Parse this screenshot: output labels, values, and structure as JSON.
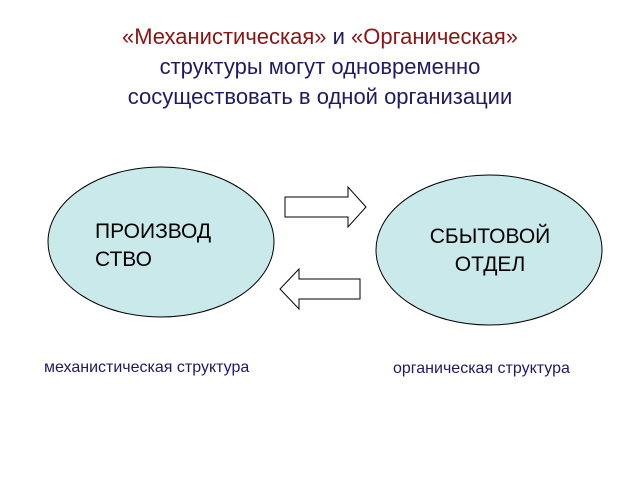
{
  "title": {
    "part1": "«Механистическая»",
    "part2": " и ",
    "part3": "«Органическая»",
    "line2": "структуры могут одновременно",
    "line3": "сосуществовать в одной организации"
  },
  "nodes": {
    "production": {
      "line1": "ПРОИЗВОД",
      "line2": "СТВО"
    },
    "sales": {
      "line1": "СБЫТОВОЙ",
      "line2": "ОТДЕЛ"
    }
  },
  "captions": {
    "left": "механистическая структура",
    "right": "органическая структура"
  },
  "colors": {
    "node_fill": "#c9e9ea",
    "title_accent": "#8b1414",
    "title_main": "#1f1a66",
    "arrow_fill": "#ffffff"
  }
}
